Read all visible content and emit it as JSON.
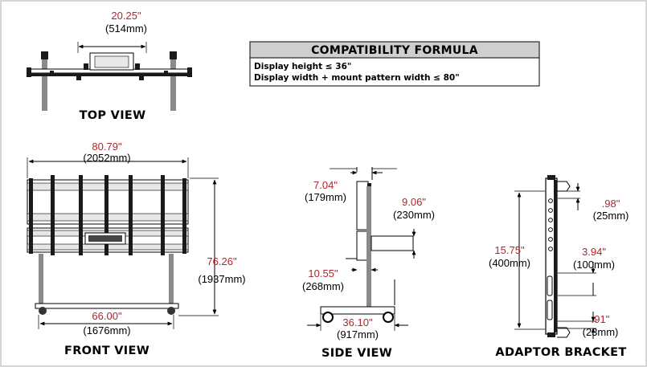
{
  "views": {
    "top": "TOP VIEW",
    "front": "FRONT VIEW",
    "side": "SIDE VIEW",
    "bracket": "ADAPTOR BRACKET"
  },
  "formula": {
    "heading": "COMPATIBILITY FORMULA",
    "line1": "Display height ≤ 36\"",
    "line2": "Display width + mount pattern width ≤ 80\""
  },
  "dimensions": {
    "top_width": {
      "inch": "20.25\"",
      "mm": "(514mm)"
    },
    "front_width": {
      "inch": "80.79\"",
      "mm": "(2052mm)"
    },
    "front_height": {
      "inch": "76.26\"",
      "mm": "(1937mm)"
    },
    "front_base": {
      "inch": "66.00\"",
      "mm": "(1676mm)"
    },
    "side_top": {
      "inch": "7.04\"",
      "mm": "(179mm)"
    },
    "side_arm": {
      "inch": "9.06\"",
      "mm": "(230mm)"
    },
    "side_low": {
      "inch": "10.55\"",
      "mm": "(268mm)"
    },
    "side_base": {
      "inch": "36.10\"",
      "mm": "(917mm)"
    },
    "bracket_height": {
      "inch": "15.75\"",
      "mm": "(400mm)"
    },
    "bracket_top": {
      "inch": ".98\"",
      "mm": "(25mm)"
    },
    "bracket_mid": {
      "inch": "3.94\"",
      "mm": "(100mm)"
    },
    "bracket_bot": {
      "inch": ".91\"",
      "mm": "(23mm)"
    }
  },
  "colors": {
    "dimension_red": "#b0252c",
    "frame": "#c8c8c8"
  }
}
